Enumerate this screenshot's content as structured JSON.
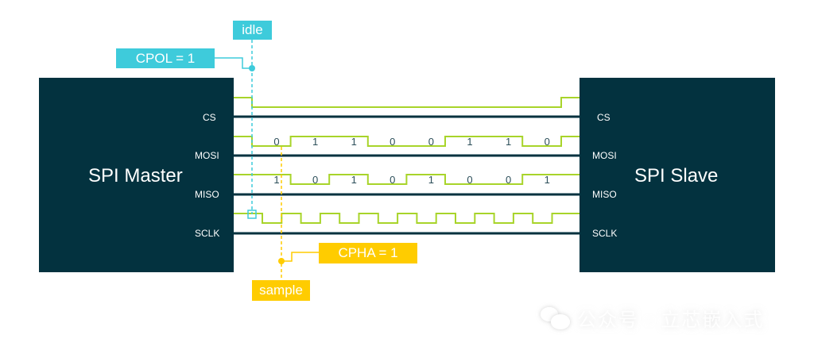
{
  "master": {
    "title": "SPI Master",
    "pins": [
      "CS",
      "MOSI",
      "MISO",
      "SCLK"
    ]
  },
  "slave": {
    "title": "SPI Slave",
    "pins": [
      "CS",
      "MOSI",
      "MISO",
      "SCLK"
    ]
  },
  "annotations": {
    "cpol": "CPOL = 1",
    "idle": "idle",
    "cpha": "CPHA = 1",
    "sample": "sample"
  },
  "signals": {
    "cs": {
      "initial": 1,
      "active_low_during_transfer": true
    },
    "mosi_bits": [
      "0",
      "1",
      "1",
      "0",
      "0",
      "1",
      "1",
      "0"
    ],
    "miso_bits": [
      "1",
      "0",
      "1",
      "0",
      "1",
      "0",
      "0",
      "1"
    ],
    "sclk_cycles": 8,
    "cpol": 1,
    "cpha": 1
  },
  "colors": {
    "box": "#03323f",
    "signal": "#a8d42a",
    "cyan": "#3ecbdb",
    "yellow": "#ffcc00",
    "bus": "#03323f"
  },
  "watermark": {
    "text": "公众号 · 立芯嵌入式",
    "icon": "wechat-icon"
  }
}
